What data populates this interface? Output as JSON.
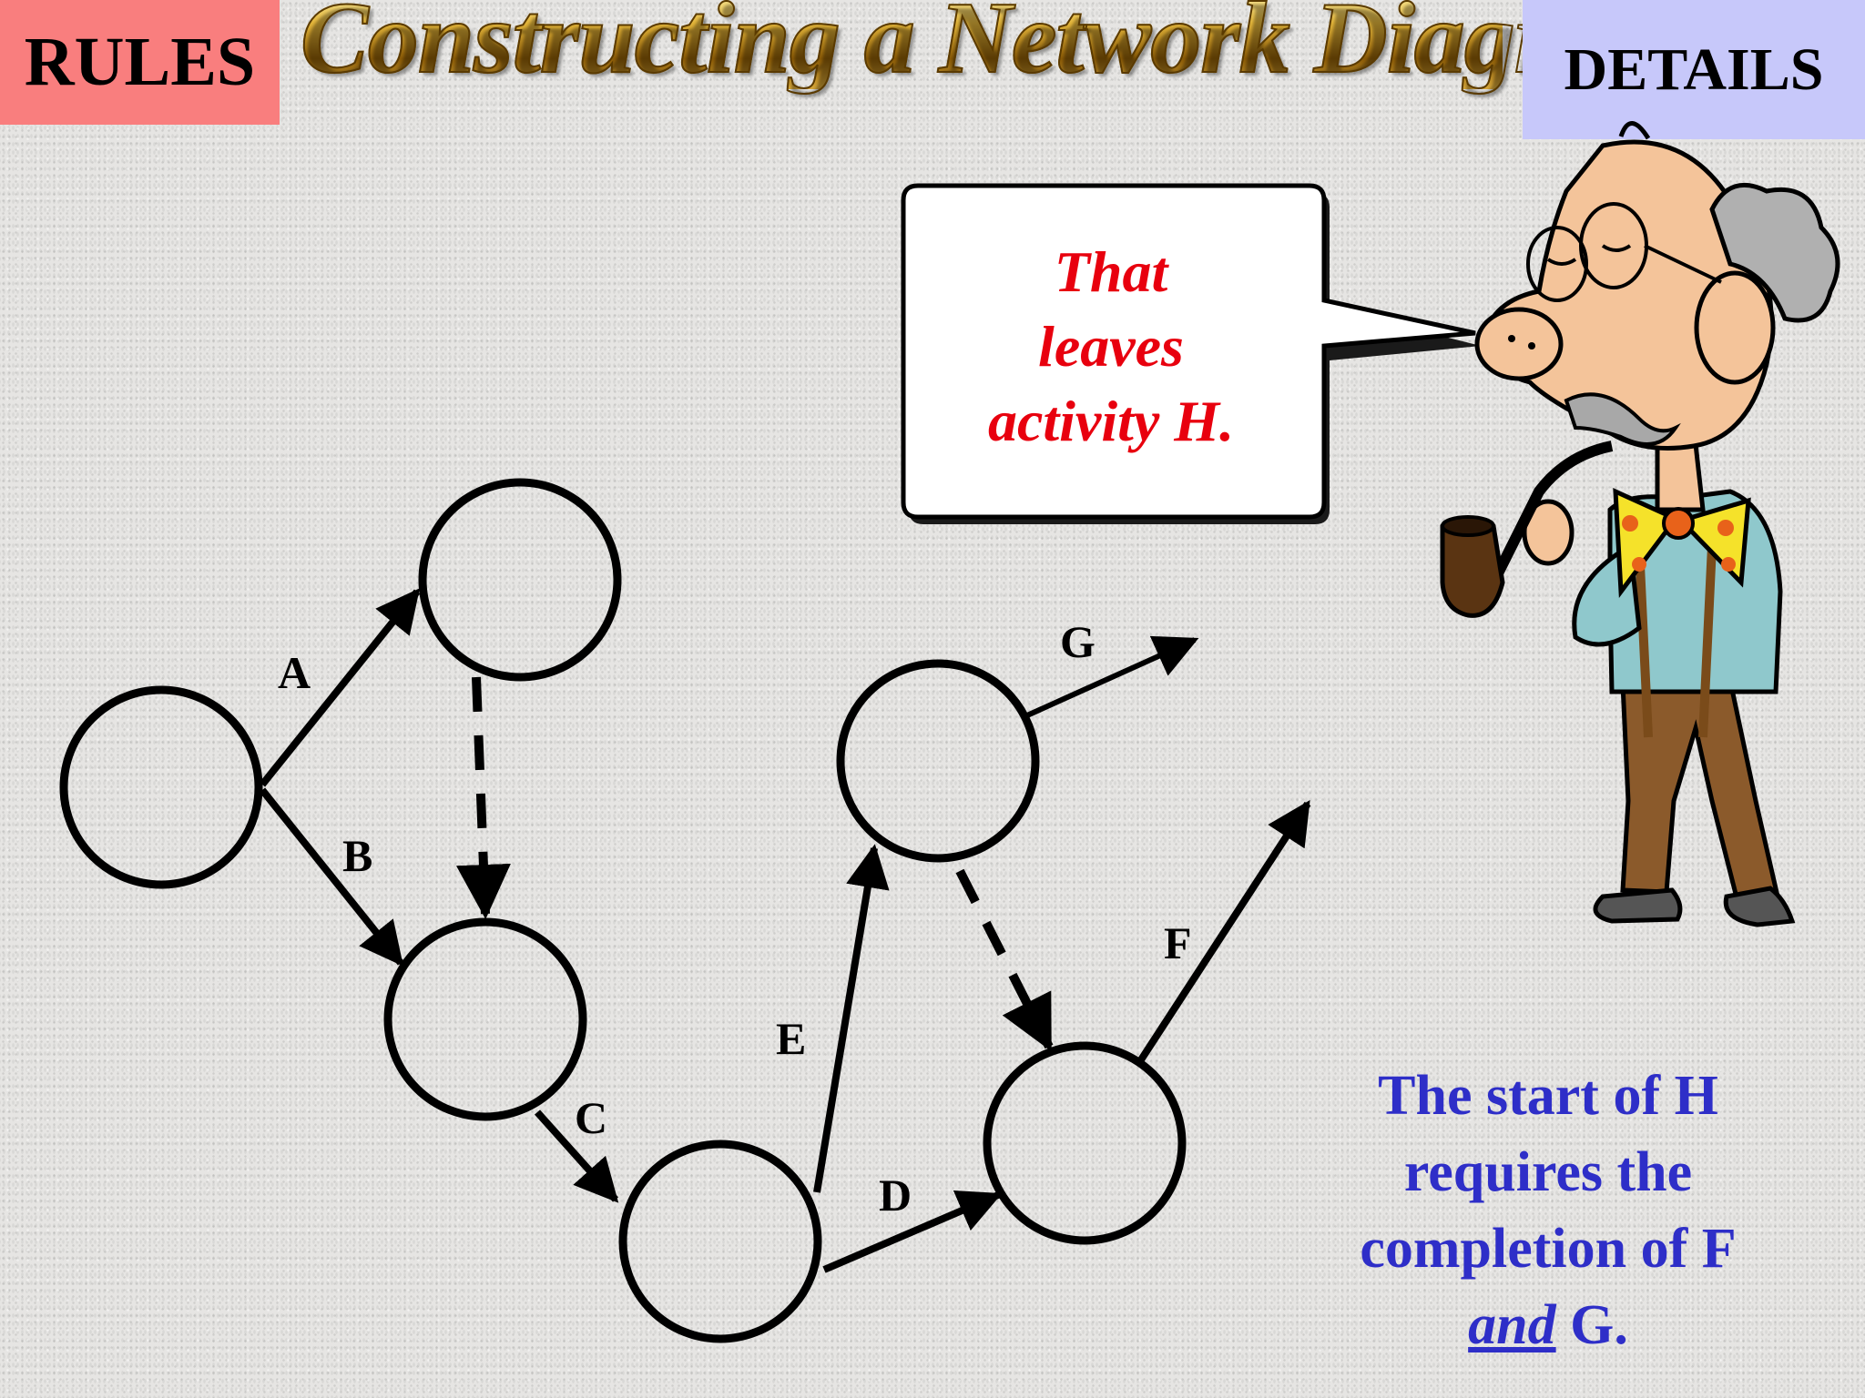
{
  "header": {
    "rules_label": "RULES",
    "details_label": "DETAILS",
    "title": "Constructing a Network Diagram"
  },
  "speech_bubble": {
    "lines": [
      "That",
      "leaves",
      "activity H."
    ]
  },
  "caption": {
    "line1": "The start of H",
    "line2": "requires the",
    "line3": "completion of F",
    "line4_em": "and",
    "line4_rest": " G."
  },
  "diagram": {
    "labels": {
      "A": "A",
      "B": "B",
      "C": "C",
      "D": "D",
      "E": "E",
      "F": "F",
      "G": "G"
    }
  },
  "colors": {
    "rules_bg": "#f97e7e",
    "details_bg": "#c7c8fa",
    "bubble_text": "#e8000e",
    "caption_text": "#2e2ec8",
    "title_gold": "#b98a12"
  },
  "icons": [
    "professor-character",
    "pipe-icon",
    "bow-tie-icon"
  ]
}
